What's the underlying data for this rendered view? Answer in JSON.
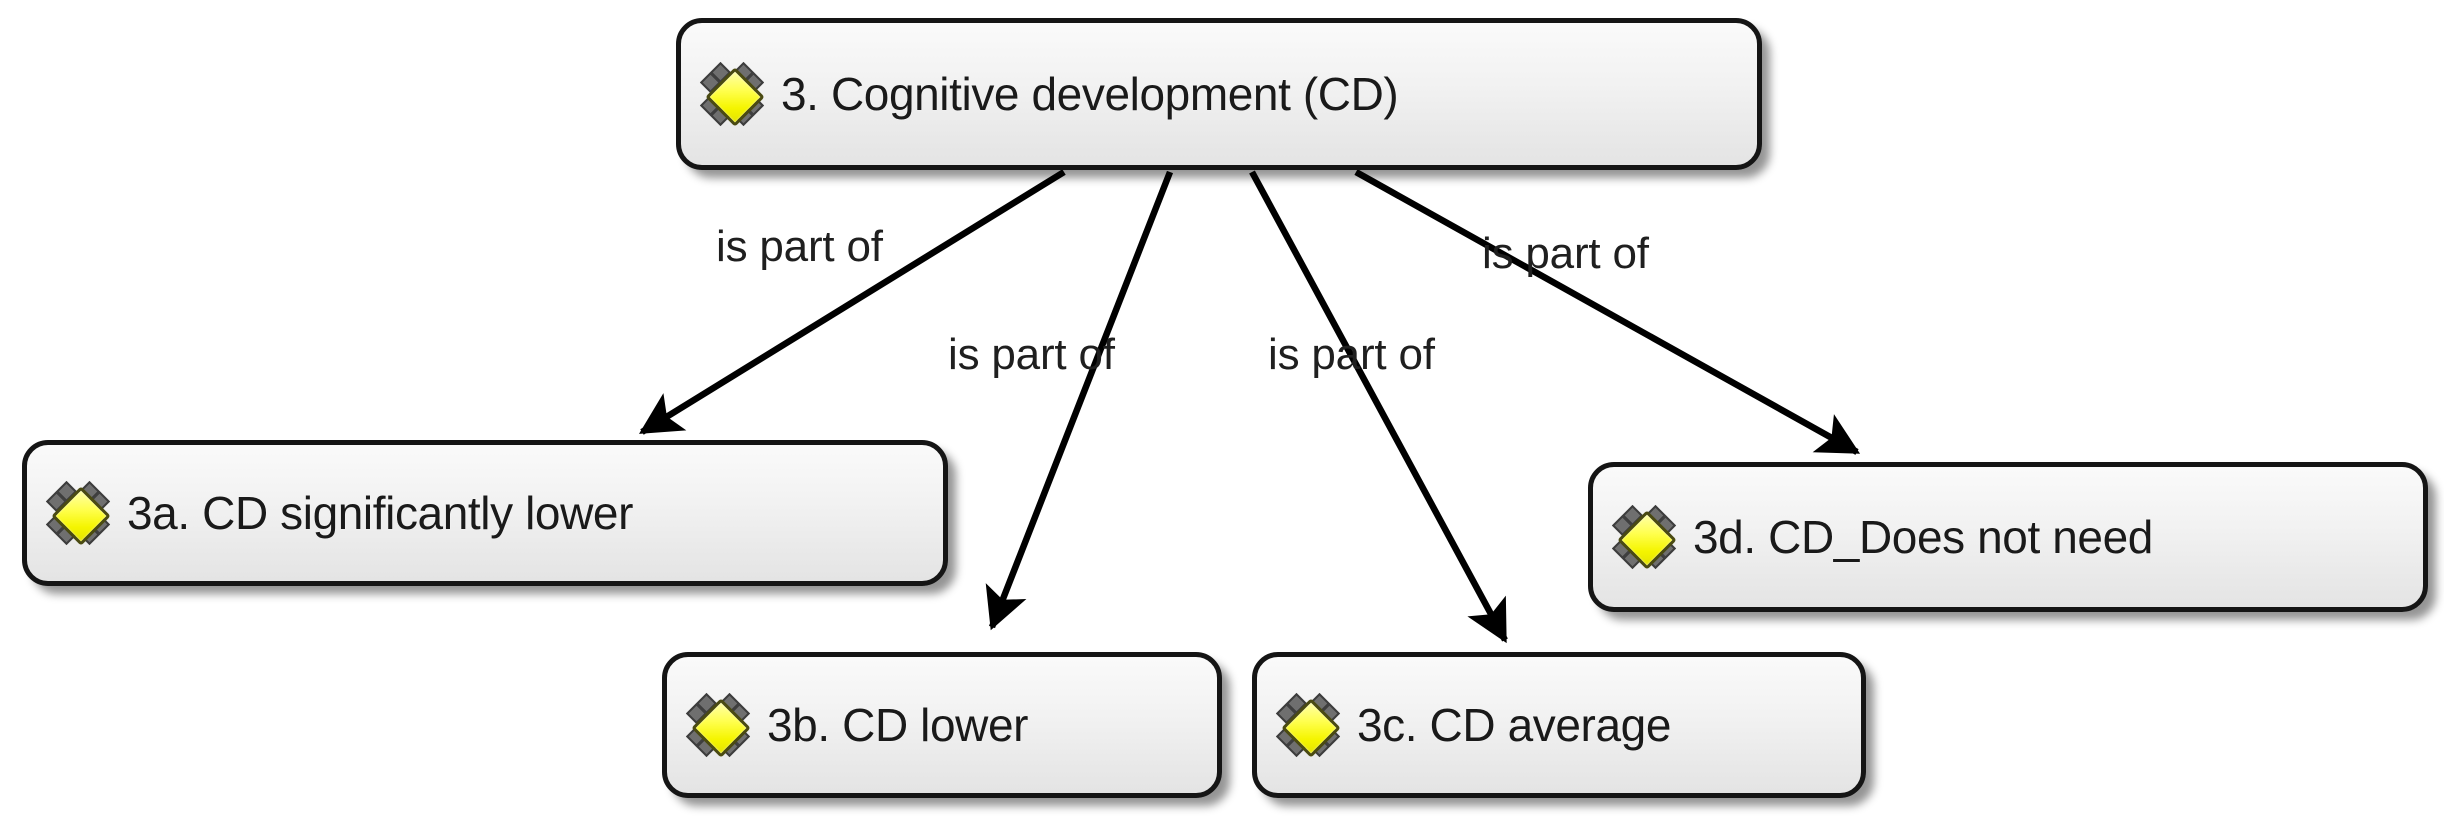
{
  "diagram": {
    "type": "tree",
    "title": "Cognitive development (CD) concept hierarchy",
    "icon_name": "yellow-diamond-node-icon",
    "edge_relation": "is part of",
    "colors": {
      "node_fill": "#f2f2f2",
      "node_border": "#151515",
      "node_text": "#1a1a1a",
      "icon_diamond": "#ffff00",
      "icon_diamond_border": "#4a4a12",
      "icon_satellite": "#6f6f6f",
      "edge_line": "#000000",
      "background": "#ffffff"
    },
    "root": {
      "id": "3",
      "label": "3. Cognitive development (CD)"
    },
    "children": [
      {
        "id": "3a",
        "label": "3a. CD significantly lower"
      },
      {
        "id": "3b",
        "label": "3b. CD lower"
      },
      {
        "id": "3c",
        "label": "3c. CD average"
      },
      {
        "id": "3d",
        "label": "3d. CD_Does not need"
      }
    ],
    "edges": [
      {
        "from": "3",
        "to": "3a",
        "label": "is part of"
      },
      {
        "from": "3",
        "to": "3b",
        "label": "is part of"
      },
      {
        "from": "3",
        "to": "3c",
        "label": "is part of"
      },
      {
        "from": "3",
        "to": "3d",
        "label": "is part of"
      }
    ]
  }
}
